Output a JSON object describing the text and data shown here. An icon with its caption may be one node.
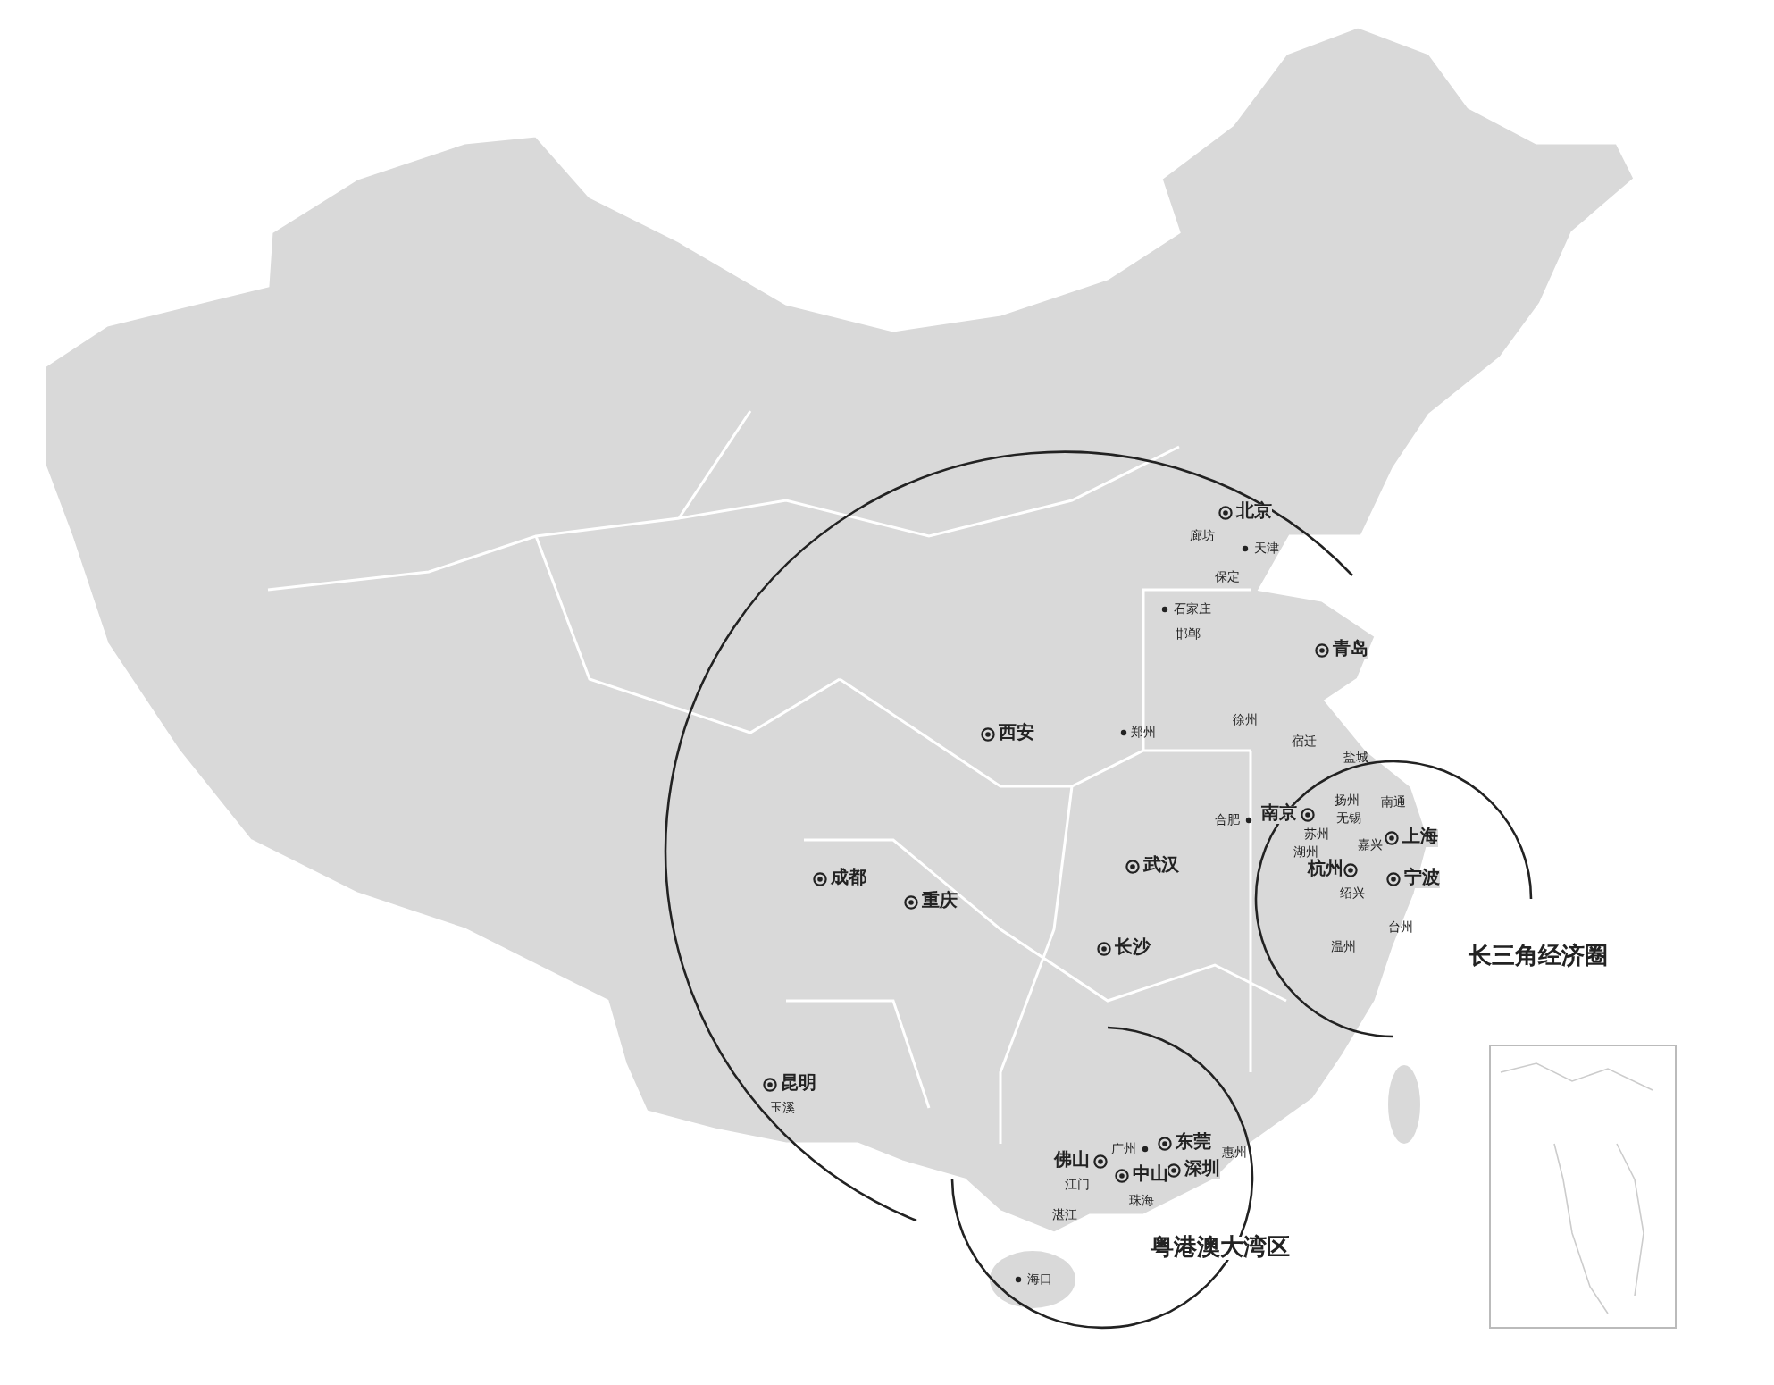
{
  "diagram": {
    "labels": [
      "北京",
      "廊坊",
      "天津",
      "保定",
      "石家庄",
      "邯郸",
      "青岛",
      "徐州",
      "西安",
      "郑州",
      "宿迁",
      "盐城",
      "扬州",
      "南通",
      "南京",
      "合肥",
      "无锡",
      "苏州",
      "上海",
      "湖州",
      "嘉兴",
      "成都",
      "武汉",
      "杭州",
      "宁波",
      "重庆",
      "绍兴",
      "台州",
      "长沙",
      "温州",
      "长三角经济圈",
      "昆明",
      "玉溪",
      "广州",
      "东莞",
      "惠州",
      "佛山",
      "中山",
      "深圳",
      "江门",
      "珠海",
      "湛江",
      "粤港澳大湾区",
      "海口"
    ]
  }
}
